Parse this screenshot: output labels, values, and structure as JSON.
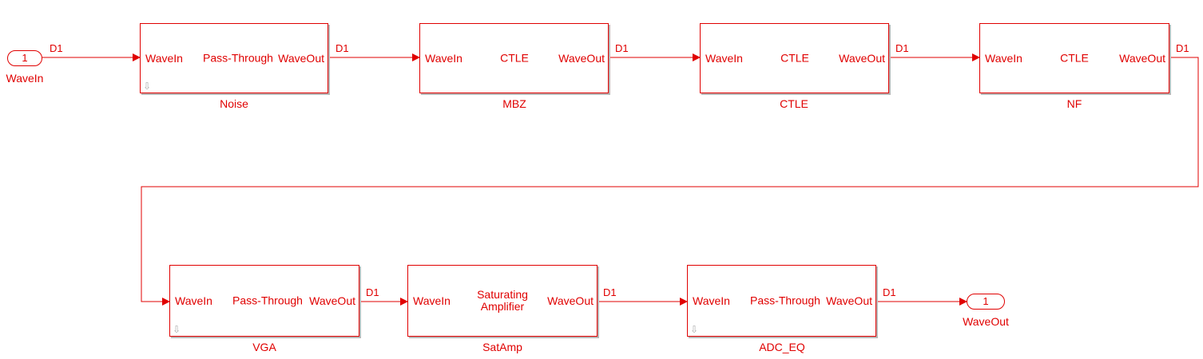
{
  "inport": {
    "number": "1",
    "name": "WaveIn"
  },
  "outport": {
    "number": "1",
    "name": "WaveOut"
  },
  "signal_label": "D1",
  "blocks": [
    {
      "name": "Noise",
      "in_port": "WaveIn",
      "out_port": "WaveOut",
      "label": "Pass-Through",
      "has_arrow": true,
      "arrow_icon": "down-arrow-icon"
    },
    {
      "name": "MBZ",
      "in_port": "WaveIn",
      "out_port": "WaveOut",
      "label": "CTLE",
      "has_arrow": false
    },
    {
      "name": "CTLE",
      "in_port": "WaveIn",
      "out_port": "WaveOut",
      "label": "CTLE",
      "has_arrow": false
    },
    {
      "name": "NF",
      "in_port": "WaveIn",
      "out_port": "WaveOut",
      "label": "CTLE",
      "has_arrow": false
    },
    {
      "name": "VGA",
      "in_port": "WaveIn",
      "out_port": "WaveOut",
      "label": "Pass-Through",
      "has_arrow": true,
      "arrow_icon": "down-arrow-icon"
    },
    {
      "name": "SatAmp",
      "in_port": "WaveIn",
      "out_port": "WaveOut",
      "label_line1": "Saturating",
      "label_line2": "Amplifier",
      "has_arrow": false
    },
    {
      "name": "ADC_EQ",
      "in_port": "WaveIn",
      "out_port": "WaveOut",
      "label": "Pass-Through",
      "has_arrow": true,
      "arrow_icon": "down-arrow-icon"
    }
  ],
  "colors": {
    "line": "#e00000",
    "shadow": "#b8b8b8",
    "background": "#ffffff"
  }
}
